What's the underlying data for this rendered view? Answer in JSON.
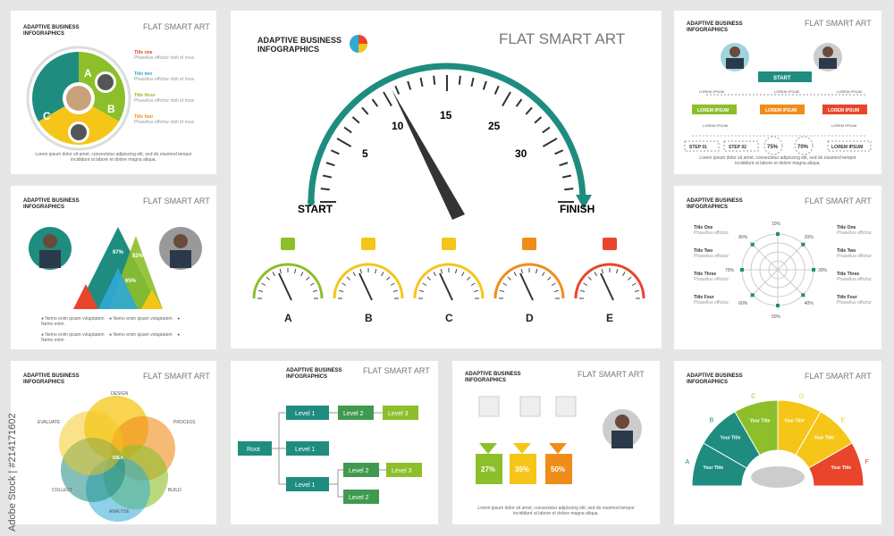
{
  "brand": {
    "line1": "ADAPTIVE BUSINESS",
    "line2": "INFOGRAPHICS"
  },
  "heading": "FLAT SMART ART",
  "body_text": {
    "line1": "Lorem ipsum dolor sit amet, consectetur adipiscing elit, sed do eiusmod tempor",
    "line2": "incididunt ut labore et dolore magna aliqua."
  },
  "watermark": {
    "vertical": "Adobe Stock | #214171602"
  },
  "card1": {
    "letters": [
      "A",
      "B",
      "C"
    ],
    "titles": [
      "Title one",
      "Title two",
      "Title three",
      "Title four"
    ]
  },
  "main": {
    "scale": [
      "5",
      "10",
      "15",
      "25",
      "30"
    ],
    "start": "START",
    "finish": "FINISH",
    "gauges": [
      "A",
      "B",
      "C",
      "D",
      "E"
    ]
  },
  "card3": {
    "start": "START",
    "boxes": [
      "LOREM IPSUM",
      "LOREM IPSUM",
      "LOREM IPSUM"
    ],
    "labels": [
      "LOREM IPSUM",
      "LOREM IPSUM",
      "LOREM IPSUM",
      "LOREM IPSUM",
      "LOREM IPSUM"
    ],
    "steps": [
      "STEP 01",
      "STEP 02",
      "LOREM IPSUM"
    ],
    "pcts": [
      "75%",
      "70%"
    ]
  },
  "card4": {
    "pcts": [
      "97%",
      "82%",
      "65%"
    ]
  },
  "card5": {
    "titles": [
      "Title One",
      "Title Two",
      "Title Three",
      "Title Four",
      "Title One",
      "Title Two",
      "Title Three",
      "Title Four"
    ],
    "ticks": [
      "10%",
      "20%",
      "30%",
      "40%",
      "50%",
      "60%",
      "70%",
      "80%"
    ]
  },
  "card6": {
    "labels": [
      "DESIGN",
      "PROCESS",
      "BUILD",
      "ANALYSE",
      "COLLECT",
      "EVALUATE"
    ],
    "center": "IDEA"
  },
  "card7": {
    "root": "Root",
    "nodes": [
      "Level 1",
      "Level 1",
      "Level 1",
      "Level 2",
      "Level 3",
      "Level 2",
      "Level 3",
      "Level 2"
    ]
  },
  "card8": {
    "pcts": [
      "27%",
      "35%",
      "50%"
    ]
  },
  "card9": {
    "letters": [
      "A",
      "B",
      "C",
      "D",
      "E",
      "F"
    ],
    "titles": [
      "Your Title",
      "Your Title",
      "Your Title",
      "Your Title",
      "Your Title",
      "Your Title"
    ]
  },
  "colors": {
    "teal": "#1f8c80",
    "green": "#8cbf2a",
    "yellow": "#f5c518",
    "orange": "#f08c1a",
    "red": "#e8452a",
    "blue": "#2fa9d6"
  }
}
